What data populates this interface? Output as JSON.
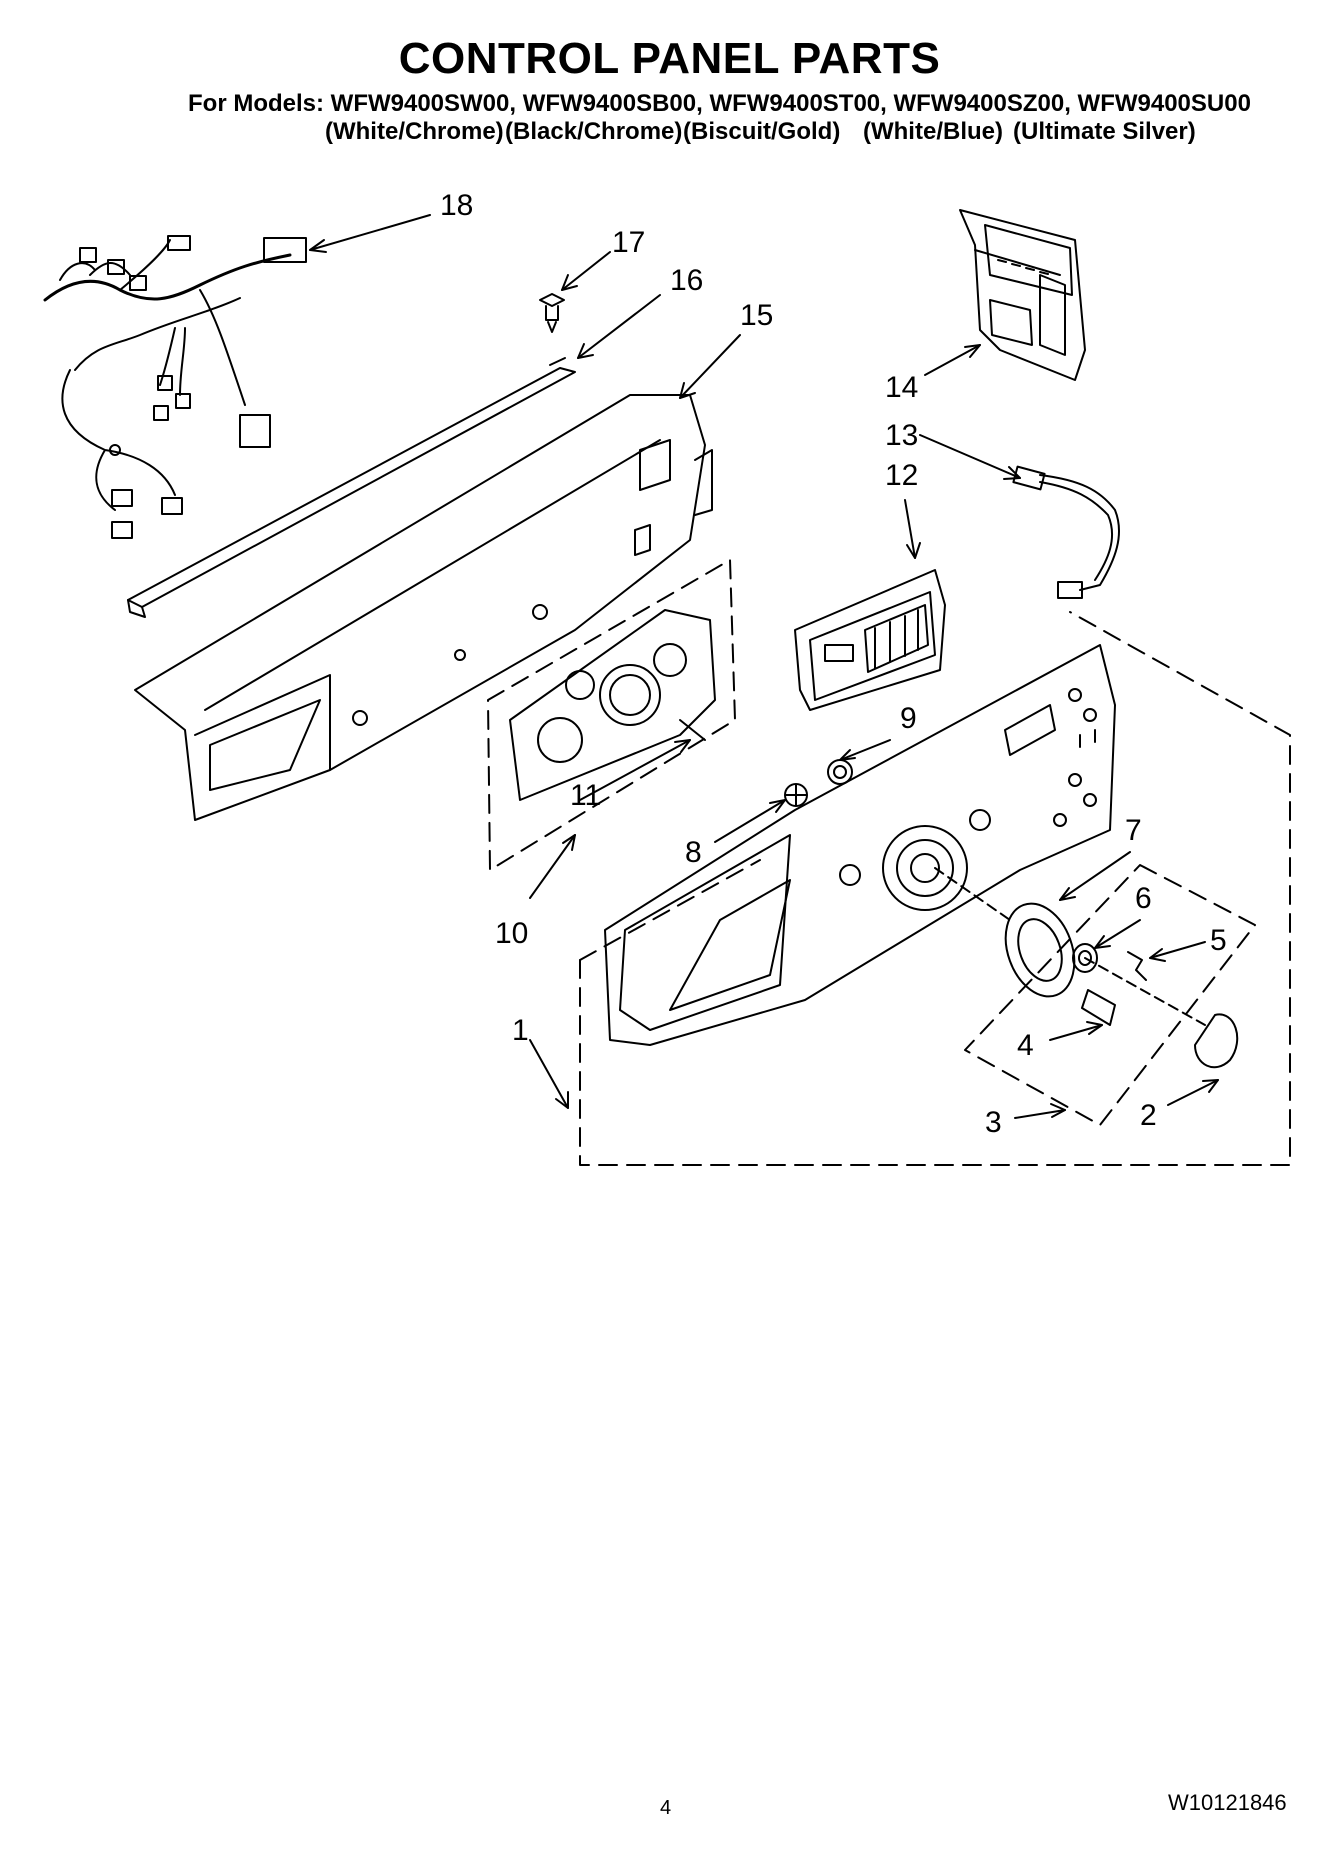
{
  "header": {
    "title": "CONTROL PANEL PARTS",
    "models_line": "For Models: WFW9400SW00, WFW9400SB00, WFW9400ST00, WFW9400SZ00, WFW9400SU00",
    "colors": [
      "(White/Chrome)",
      "(Black/Chrome)",
      "(Biscuit/Gold)",
      "(White/Blue)",
      "(Ultimate Silver)"
    ]
  },
  "callouts": [
    "1",
    "2",
    "3",
    "4",
    "5",
    "6",
    "7",
    "8",
    "9",
    "10",
    "11",
    "12",
    "13",
    "14",
    "15",
    "16",
    "17",
    "18"
  ],
  "footer": {
    "page_number": "4",
    "document_code": "W10121846"
  }
}
